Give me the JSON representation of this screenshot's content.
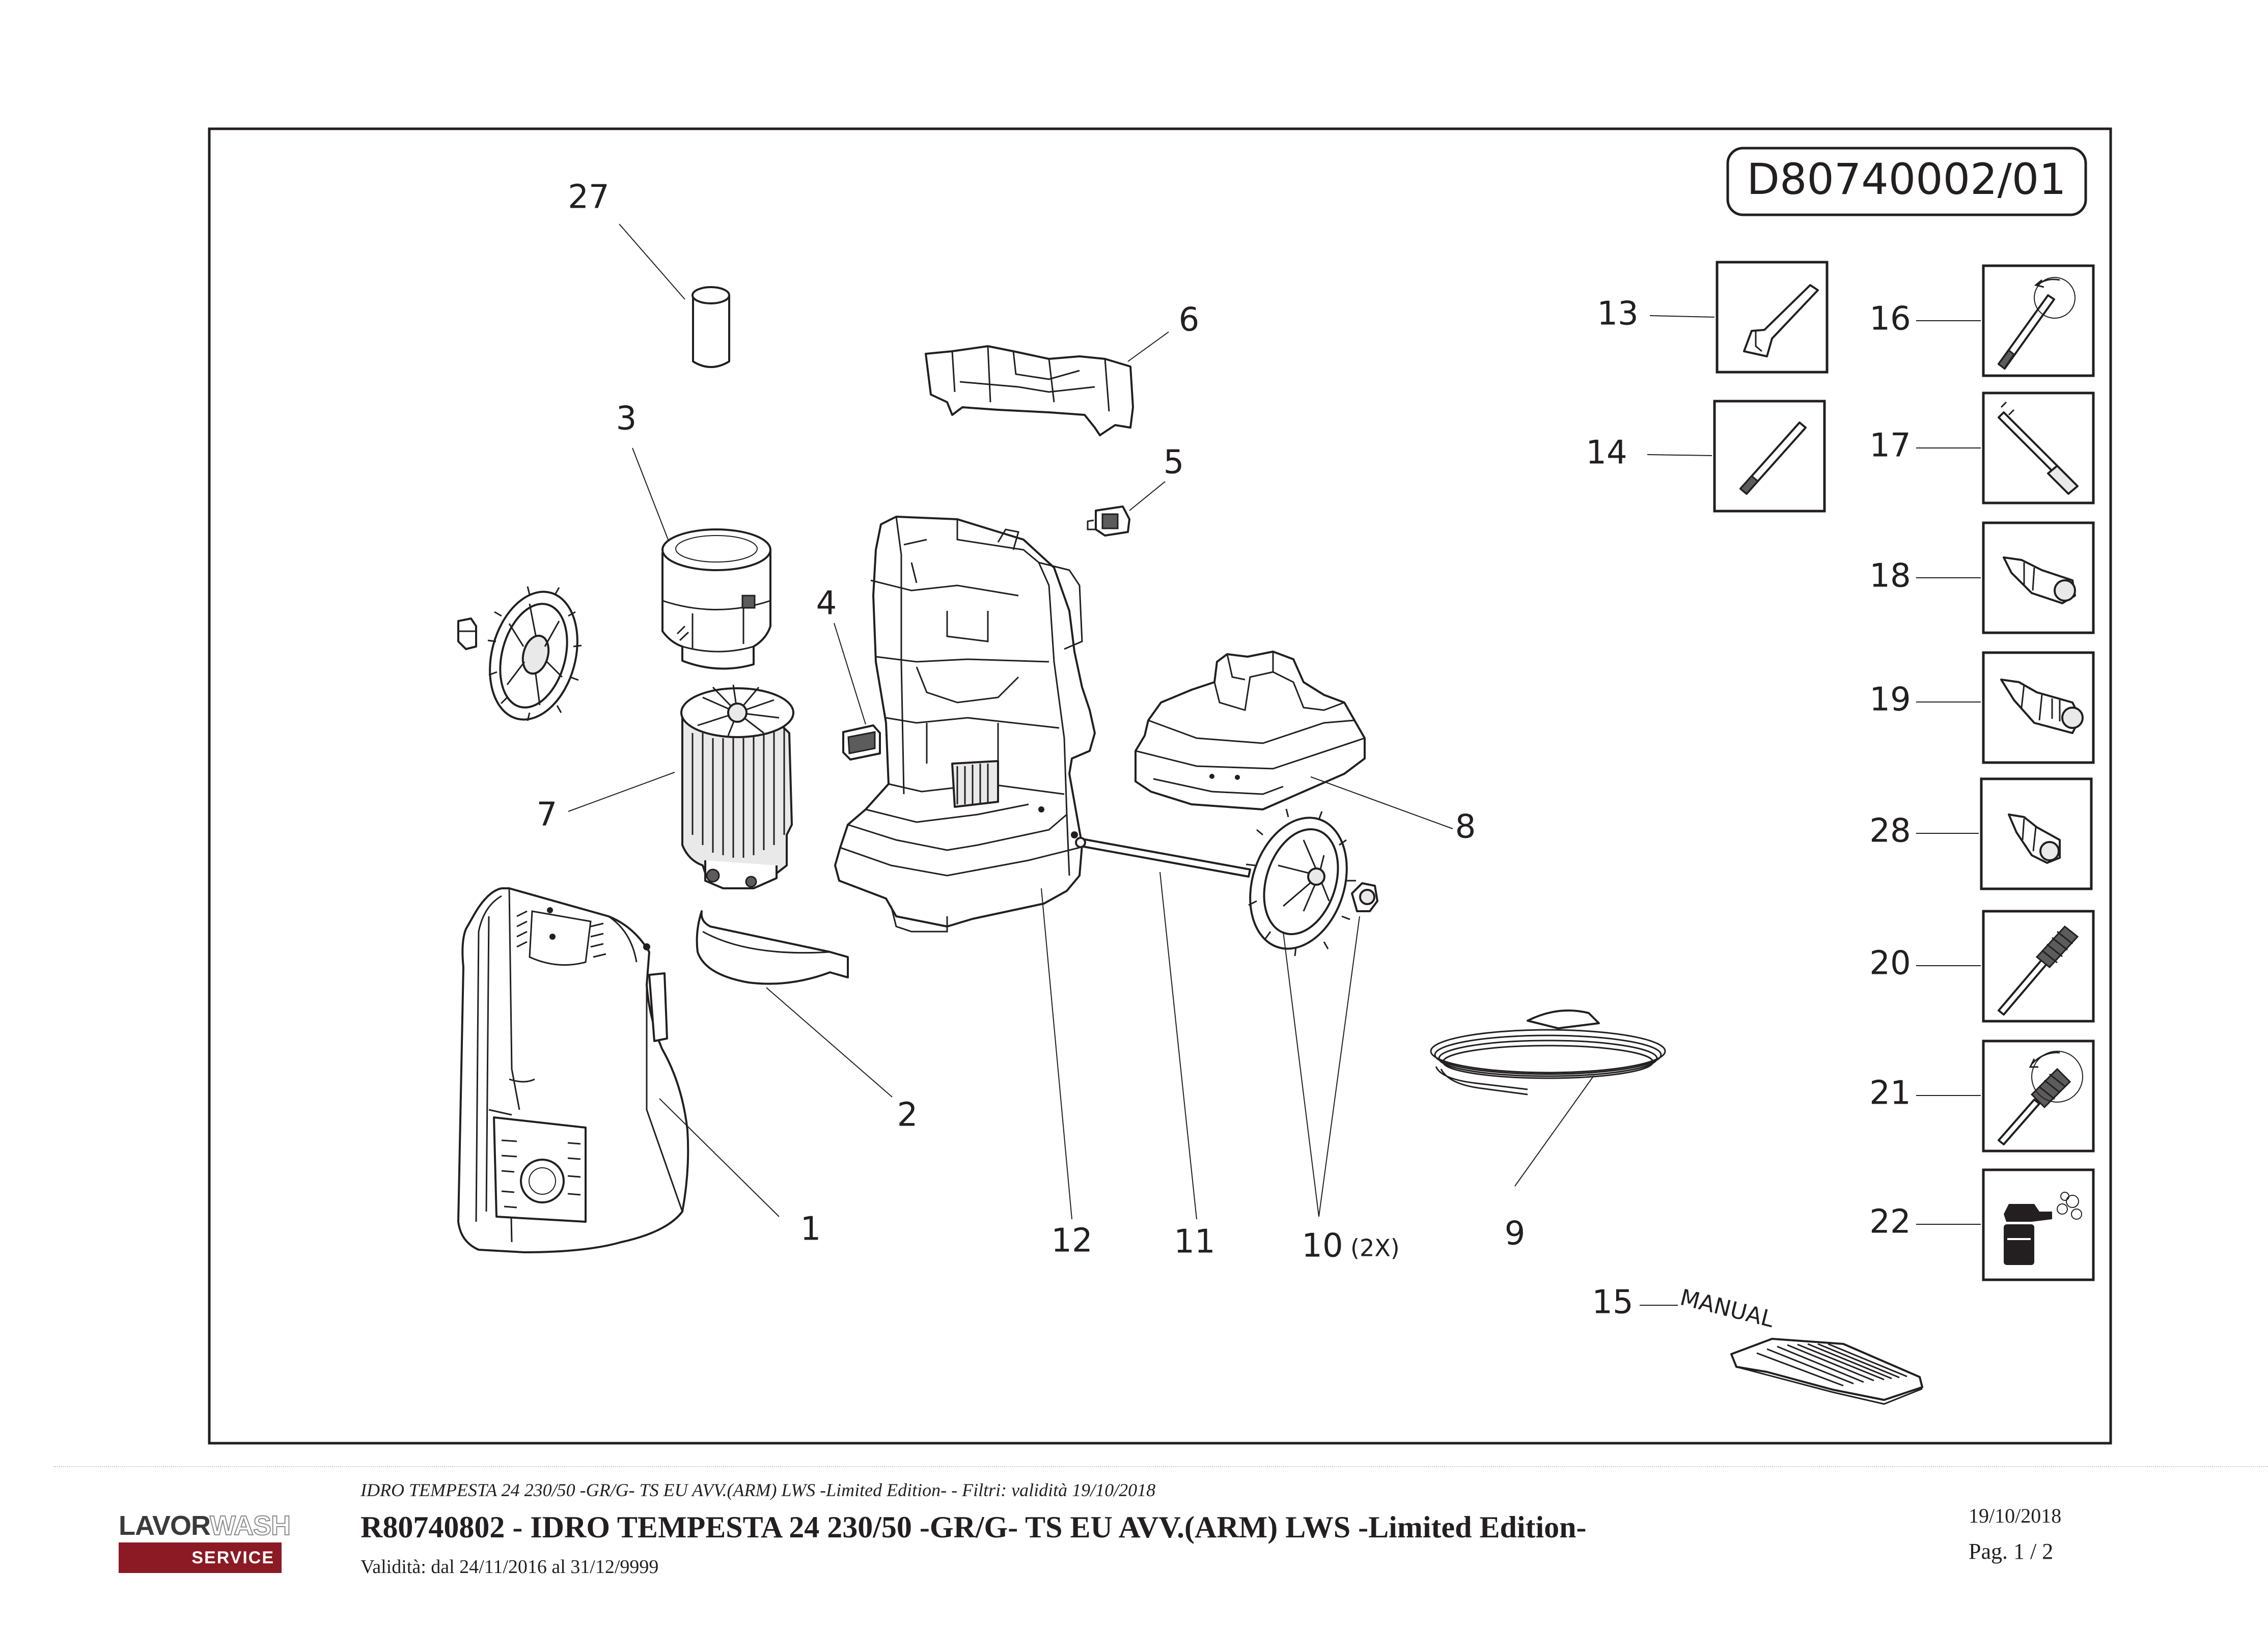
{
  "drawing": {
    "code": "D80740002/01",
    "callouts": [
      {
        "id": "1",
        "label": "1"
      },
      {
        "id": "2",
        "label": "2"
      },
      {
        "id": "3",
        "label": "3"
      },
      {
        "id": "4",
        "label": "4"
      },
      {
        "id": "5",
        "label": "5"
      },
      {
        "id": "6",
        "label": "6"
      },
      {
        "id": "7",
        "label": "7"
      },
      {
        "id": "8",
        "label": "8"
      },
      {
        "id": "9",
        "label": "9"
      },
      {
        "id": "10",
        "label": "10",
        "qty": "(2X)"
      },
      {
        "id": "11",
        "label": "11"
      },
      {
        "id": "12",
        "label": "12"
      },
      {
        "id": "13",
        "label": "13"
      },
      {
        "id": "14",
        "label": "14"
      },
      {
        "id": "15",
        "label": "15"
      },
      {
        "id": "16",
        "label": "16"
      },
      {
        "id": "17",
        "label": "17"
      },
      {
        "id": "18",
        "label": "18"
      },
      {
        "id": "19",
        "label": "19"
      },
      {
        "id": "20",
        "label": "20"
      },
      {
        "id": "21",
        "label": "21"
      },
      {
        "id": "22",
        "label": "22"
      },
      {
        "id": "27",
        "label": "27"
      },
      {
        "id": "28",
        "label": "28"
      }
    ],
    "manual_text": "MANUAL"
  },
  "footer": {
    "filter_line": "IDRO TEMPESTA 24 230/50 -GR/G- TS EU AVV.(ARM) LWS -Limited Edition- - Filtri: validità 19/10/2018",
    "title": "R80740802 - IDRO TEMPESTA 24 230/50 -GR/G- TS EU AVV.(ARM) LWS -Limited Edition-",
    "validity": "Validità: dal 24/11/2016 al 31/12/9999",
    "date": "19/10/2018",
    "page": "Pag. 1 / 2"
  },
  "logo": {
    "brand_a": "LAVOR",
    "brand_b": "WASH",
    "service": "SERVICE"
  }
}
